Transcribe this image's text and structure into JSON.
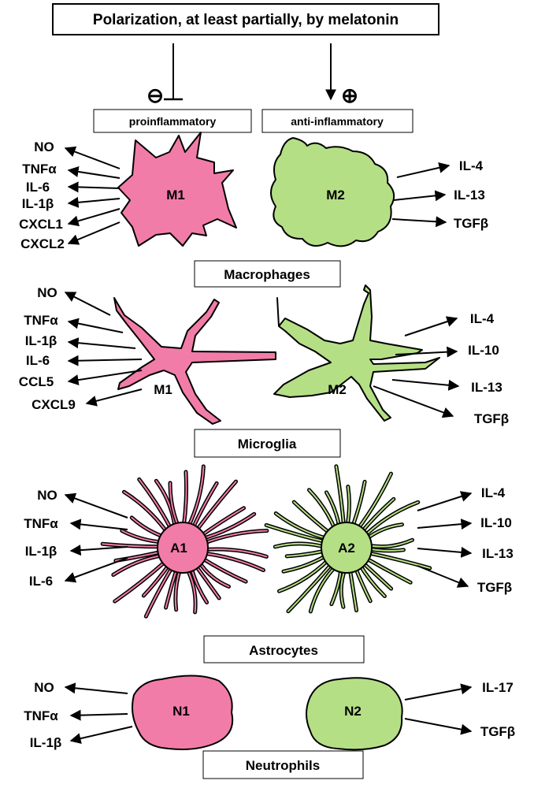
{
  "title": "Polarization, at least partially, by melatonin",
  "signs": {
    "inhibit": "⊖",
    "promote": "⊕"
  },
  "categories": {
    "pro": "proinflammatory",
    "anti": "anti-inflammatory"
  },
  "colors": {
    "pro": "#f27ca8",
    "anti": "#b5df85"
  },
  "macrophages": {
    "section_label": "Macrophages",
    "m1": {
      "label": "M1",
      "cytokines": [
        "NO",
        "TNFα",
        "IL-6",
        "IL-1β",
        "CXCL1",
        "CXCL2"
      ]
    },
    "m2": {
      "label": "M2",
      "cytokines": [
        "IL-4",
        "IL-13",
        "TGFβ"
      ]
    }
  },
  "microglia": {
    "section_label": "Microglia",
    "m1": {
      "label": "M1",
      "cytokines": [
        "NO",
        "TNFα",
        "IL-1β",
        "IL-6",
        "CCL5",
        "CXCL9"
      ]
    },
    "m2": {
      "label": "M2",
      "cytokines": [
        "IL-4",
        "IL-10",
        "IL-13",
        "TGFβ"
      ]
    }
  },
  "astrocytes": {
    "section_label": "Astrocytes",
    "a1": {
      "label": "A1",
      "cytokines": [
        "NO",
        "TNFα",
        "IL-1β",
        "IL-6"
      ]
    },
    "a2": {
      "label": "A2",
      "cytokines": [
        "IL-4",
        "IL-10",
        "IL-13",
        "TGFβ"
      ]
    }
  },
  "neutrophils": {
    "section_label": "Neutrophils",
    "n1": {
      "label": "N1",
      "cytokines": [
        "NO",
        "TNFα",
        "IL-1β"
      ]
    },
    "n2": {
      "label": "N2",
      "cytokines": [
        "IL-17",
        "TGFβ"
      ]
    }
  }
}
